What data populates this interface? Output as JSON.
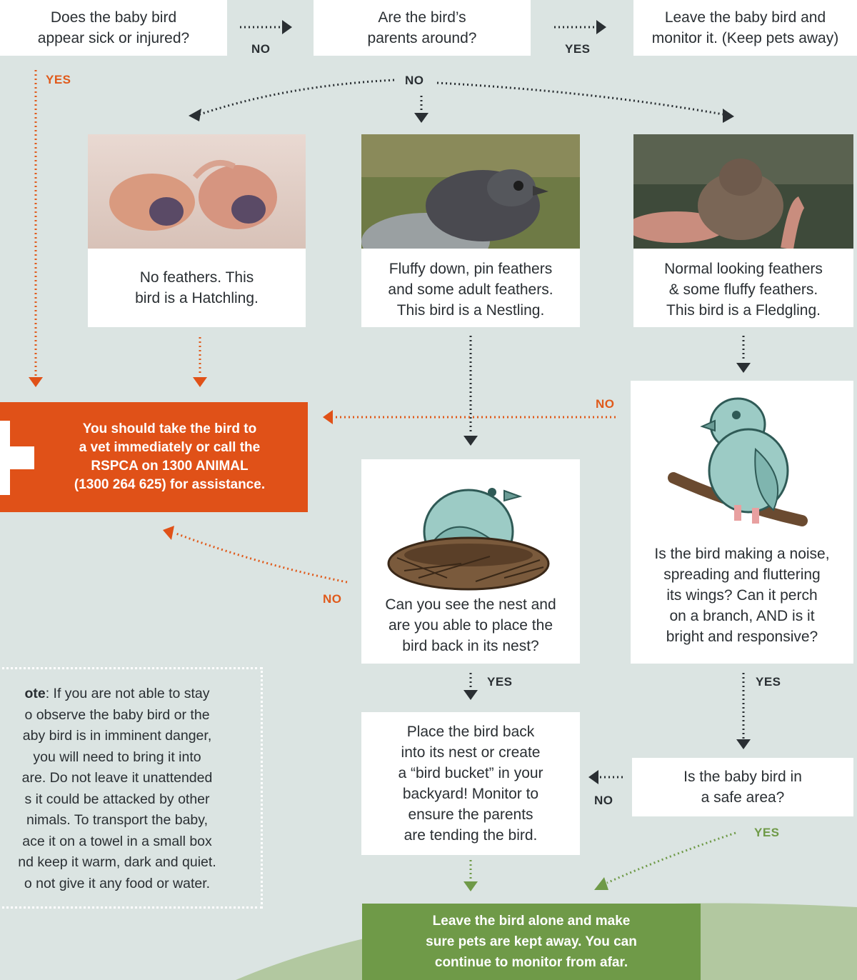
{
  "q_sick": "Does the baby bird appear sick or injured?",
  "q_parents": "Are the bird’s parents around?",
  "leave_monitor": "Leave the baby bird and monitor it. (Keep pets away)",
  "labels": {
    "no_1": "NO",
    "yes_1": "YES",
    "yes_sick": "YES",
    "no_parents": "NO",
    "no_fledgling": "NO",
    "no_nest": "NO",
    "yes_nest": "YES",
    "yes_fledgling": "YES",
    "no_safe": "NO",
    "yes_safe": "YES"
  },
  "hatchling": {
    "line1": "No feathers. This",
    "line2": "bird is a Hatchling.",
    "photo": "hatchling-photo"
  },
  "nestling": {
    "line1": "Fluffy down, pin feathers",
    "line2": "and some adult feathers.",
    "line3": "This bird is a Nestling.",
    "photo": "nestling-photo"
  },
  "fledgling": {
    "line1": "Normal looking feathers",
    "line2": "& some fluffy feathers.",
    "line3": "This bird is a Fledgling.",
    "photo": "fledgling-photo"
  },
  "vet": {
    "line1": "You should take the bird to",
    "line2": "a vet immediately or call the",
    "line3": "RSPCA on 1300 ANIMAL",
    "line4": "(1300 264 625) for assistance."
  },
  "nest_q": {
    "line1": "Can you see the nest and",
    "line2": "are you able to place the",
    "line3": "bird back in its nest?"
  },
  "fledge_q": {
    "line1": "Is the bird making a noise,",
    "line2": "spreading and fluttering",
    "line3": "its wings? Can it perch",
    "line4": "on a branch, AND is it",
    "line5": "bright and responsive?"
  },
  "place_back": {
    "line1": "Place the bird back",
    "line2": "into its nest or create",
    "line3": "a “bird bucket” in your",
    "line4": "backyard! Monitor to",
    "line5": "ensure the parents",
    "line6": "are tending the bird."
  },
  "safe_q": {
    "line1": "Is the baby bird in",
    "line2": "a safe area?"
  },
  "leave_alone": {
    "line1": "Leave the bird alone and make",
    "line2": "sure pets are kept away. You can",
    "line3": "continue to monitor from afar."
  },
  "note": {
    "bold": "ote",
    "line1": ": If you are not able to stay",
    "line2": "o observe the baby bird or the",
    "line3": "aby bird is in imminent danger,",
    "line4": "you will need to bring it into",
    "line5": "are. Do not leave it unattended",
    "line6": "s it could be attacked by other",
    "line7": "nimals. To transport the baby,",
    "line8": "ace it on a towel in a small box",
    "line9": "nd keep it warm, dark and quiet.",
    "line10": "o not give it any food or water."
  },
  "colors": {
    "background": "#dbe4e2",
    "orange": "#e05118",
    "green": "#6f9a48",
    "bird": "#9ccbc5",
    "nest": "#7a5a3c"
  }
}
